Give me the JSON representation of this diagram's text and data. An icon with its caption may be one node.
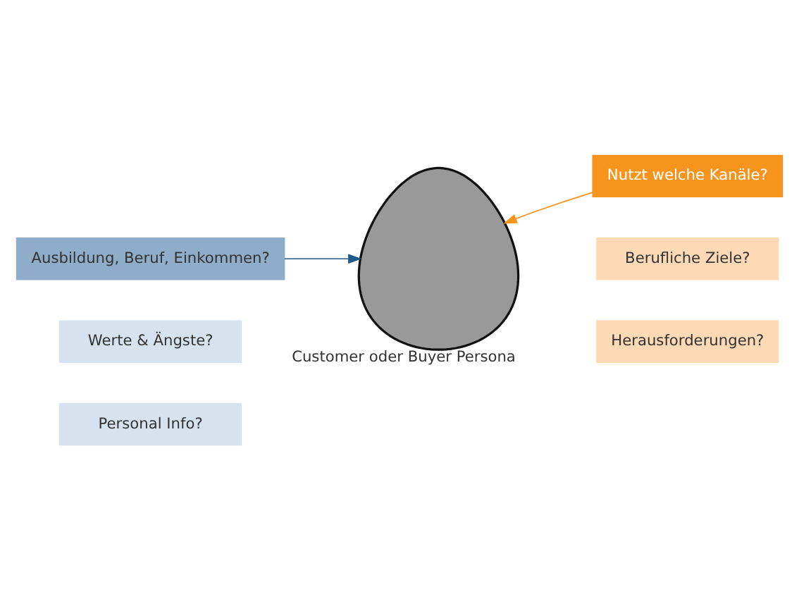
{
  "diagram": {
    "nodes": [
      {
        "text": [
          "Personal Info?"
        ]
      },
      {
        "text": [
          "Werte & Ängste?"
        ]
      },
      {
        "text": [
          "Ausbildung, Beruf, Einkommen?"
        ]
      },
      {
        "text": [
          "Berufliche Ziele?"
        ]
      },
      {
        "text": [
          "Herausforderungen?"
        ]
      },
      {
        "text": [
          "Nutzt welche Kanäle?"
        ]
      },
      {
        "text": [],
        "shape": "person",
        "beside": [
          "Customer oder Buyer Persona"
        ]
      }
    ],
    "edges": [
      {
        "from": 2,
        "to": 6,
        "arrow": "to",
        "color": "#1f5a8a"
      },
      {
        "from": 5,
        "to": 6,
        "arrow": "to",
        "color": "#f7941d"
      }
    ]
  }
}
